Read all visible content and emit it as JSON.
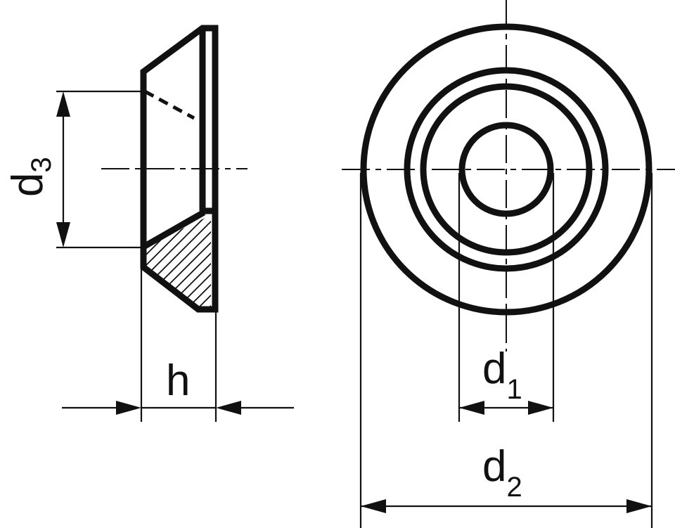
{
  "labels": {
    "h": "h",
    "d1_main": "d",
    "d1_sub": "1",
    "d2_main": "d",
    "d2_sub": "2",
    "d3_main": "d",
    "d3_sub": "3"
  }
}
